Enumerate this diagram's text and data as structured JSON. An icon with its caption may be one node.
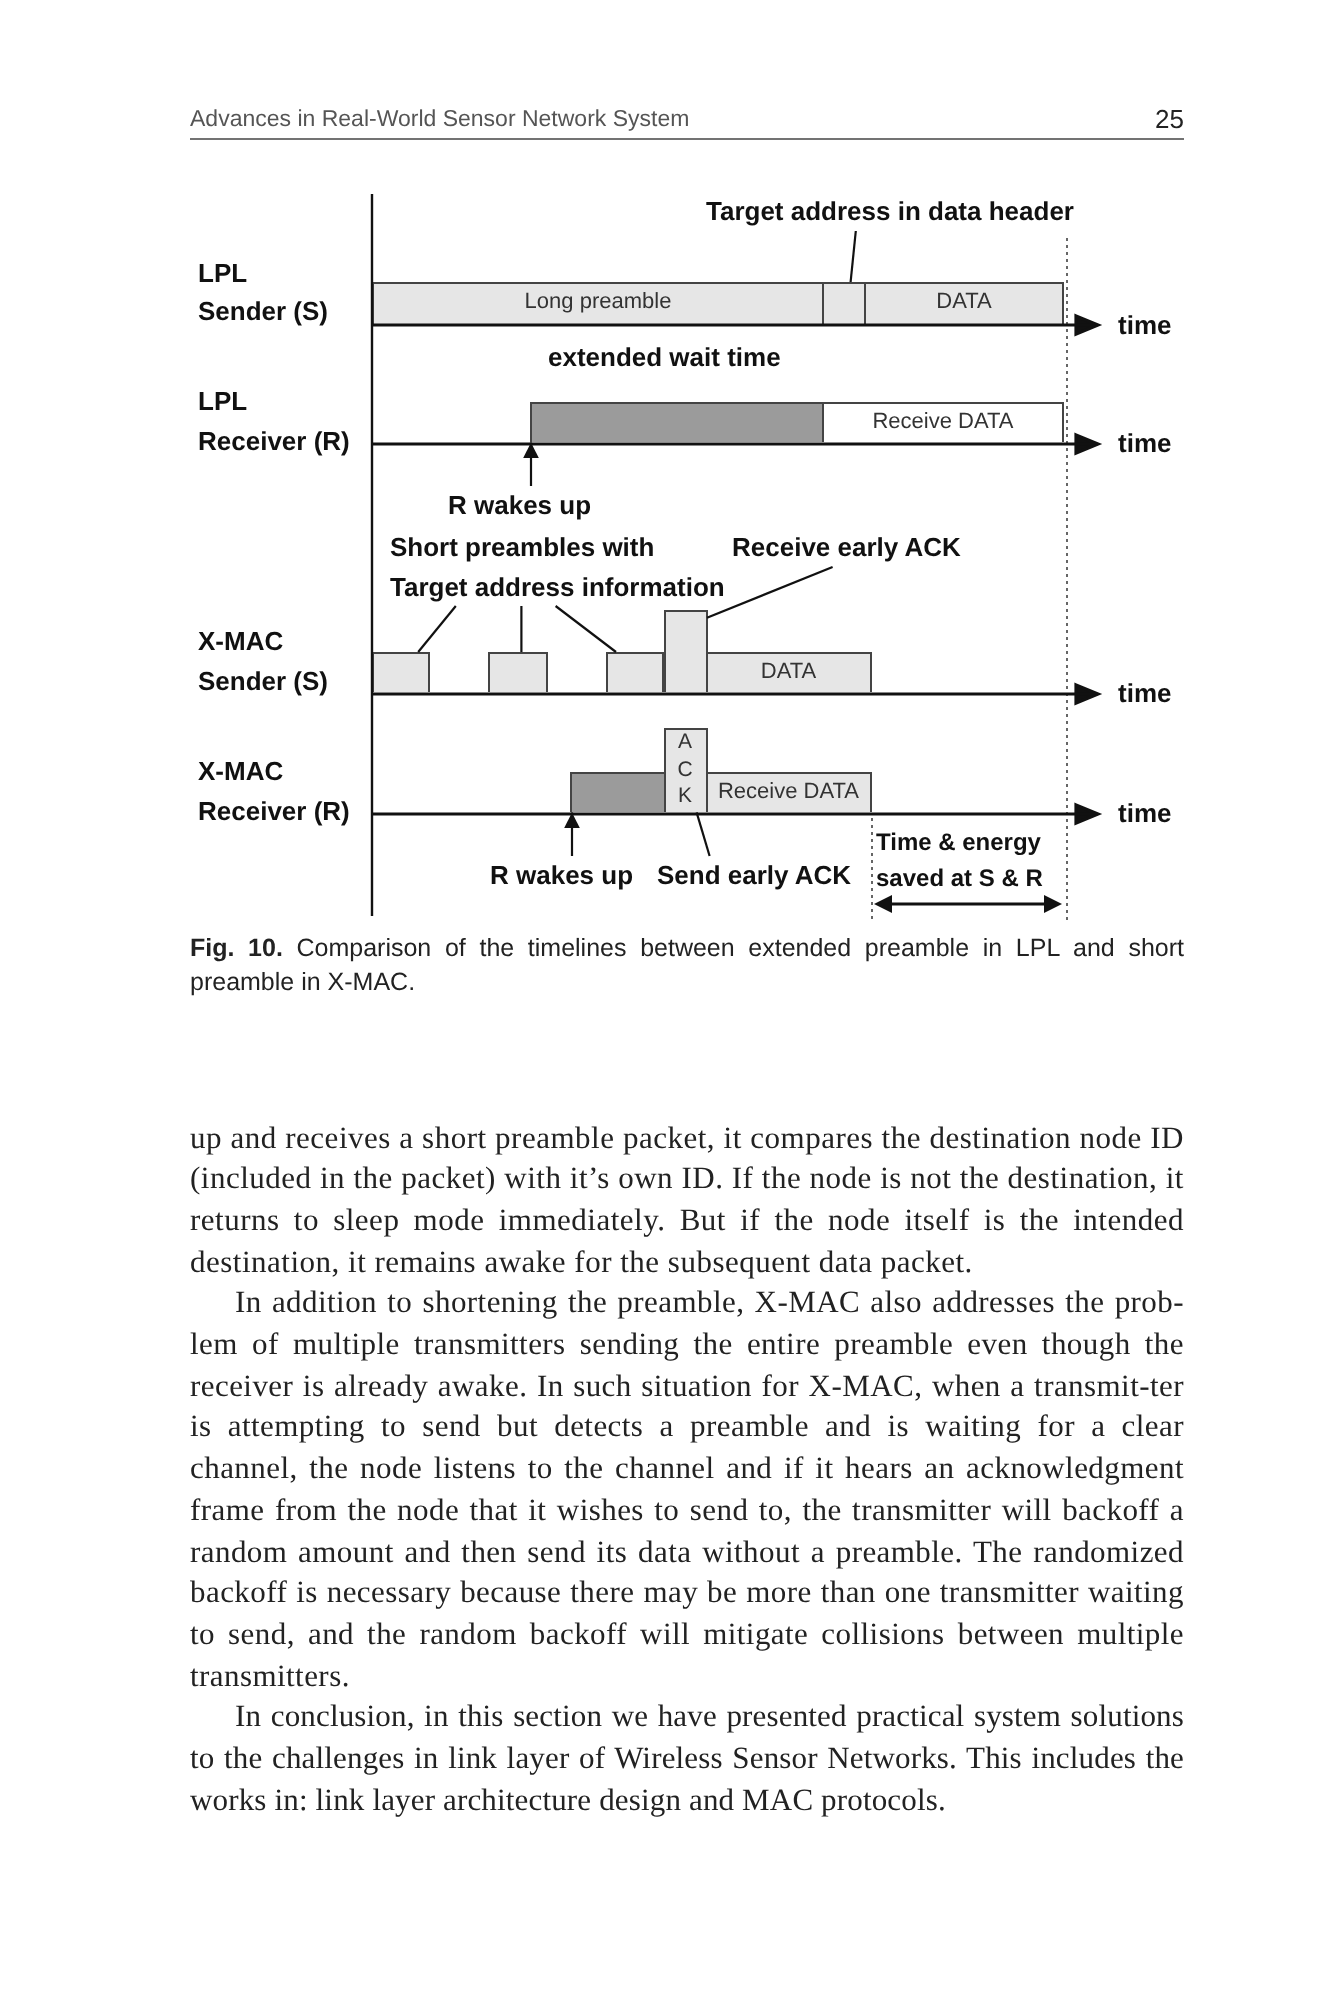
{
  "diagram": {
    "caption": "**Fig. 10.** Comparison of the timelines between extended preamble in LPL and short preamble in X-MAC.",
    "nodes": [
      {
        "text": [
          "Target address in data header"
        ]
      },
      {
        "text": [
          "Long preamble"
        ]
      },
      {
        "text": [],
        "shape": "box"
      },
      {
        "text": [
          "DATA"
        ]
      },
      {
        "text": [],
        "shape": "box"
      },
      {
        "text": [
          "Receive DATA"
        ]
      },
      {
        "text": [
          "R wakes up"
        ]
      },
      {
        "text": [
          "Short preambles with Target address information"
        ]
      },
      {
        "text": [
          "Receive early ACK"
        ]
      },
      {
        "text": [],
        "shape": "box"
      },
      {
        "text": [],
        "shape": "box"
      },
      {
        "text": [],
        "shape": "box"
      },
      {
        "text": [],
        "shape": "box"
      },
      {
        "text": [
          "DATA"
        ]
      },
      {
        "text": [],
        "shape": "box"
      },
      {
        "text": [
          "A C K"
        ]
      },
      {
        "text": [
          "Receive DATA"
        ]
      },
      {
        "text": [
          "R wakes up"
        ]
      },
      {
        "text": [
          "Send early ACK"
        ]
      }
    ],
    "edges": [
      {
        "from": 0,
        "to": 2,
        "arrow": "none"
      },
      {
        "from": 6,
        "to": 4,
        "arrow": "to"
      },
      {
        "from": 7,
        "to": 9,
        "arrow": "none"
      },
      {
        "from": 7,
        "to": 10,
        "arrow": "none"
      },
      {
        "from": 7,
        "to": 11,
        "arrow": "none"
      },
      {
        "from": 8,
        "to": 12,
        "arrow": "none"
      },
      {
        "from": 17,
        "to": 14,
        "arrow": "to"
      },
      {
        "from": 18,
        "to": 15,
        "arrow": "none"
      }
    ],
    "labels": [
      "Advances in Real-World Sensor Network System",
      "25",
      "LPL Sender (S)",
      "time",
      "extended wait time",
      "LPL Receiver (R)",
      "time",
      "X-MAC Sender (S)",
      "time",
      "X-MAC Receiver (R)",
      "time",
      "Time & energy saved at S & R",
      "up and receives a short preamble packet, it compares the destination node ID (included in the packet) with it’s own ID. If the node is not the destination, it returns to sleep mode immediately. But if the node itself is the intended destination, it remains awake for the subsequent data packet.",
      "In addition to shortening the preamble, X-MAC also addresses the prob-lem of multiple transmitters sending the entire preamble even though the receiver is already awake. In such situation for X-MAC, when a transmit-ter is attempting to send but detects a preamble and is waiting for a clear channel, the node listens to the channel and if it hears an acknowledgment frame from the node that it wishes to send to, the transmitter will backoff a random amount and then send its data without a preamble. The randomized backoff is necessary because there may be more than one transmitter waiting to send, and the random backoff will mitigate collisions between multiple transmitters.",
      "In conclusion, in this section we have presented practical system solutions to the challenges in link layer of Wireless Sensor Networks. This includes the works in: link layer architecture design and MAC protocols."
    ]
  }
}
